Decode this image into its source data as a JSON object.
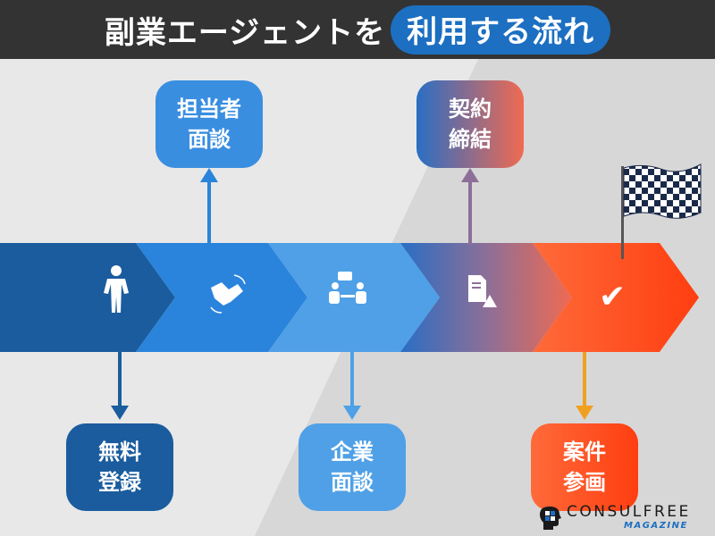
{
  "title": {
    "plain": "副業エージェントを",
    "highlight": "利用する流れ"
  },
  "colors": {
    "dark_blue": "#1a5c9e",
    "mid_blue": "#2a84dc",
    "light_blue": "#4fa0e6",
    "orange_red": "#ff4a18",
    "title_bar": "#333333"
  },
  "steps": [
    {
      "label_line1": "無料",
      "label_line2": "登録",
      "icon": "person-icon"
    },
    {
      "label_line1": "担当者",
      "label_line2": "面談",
      "icon": "handshake-icon"
    },
    {
      "label_line1": "企業",
      "label_line2": "面談",
      "icon": "meeting-icon"
    },
    {
      "label_line1": "契約",
      "label_line2": "締結",
      "icon": "contract-icon"
    },
    {
      "label_line1": "案件",
      "label_line2": "参画",
      "icon": "checkmark-icon"
    }
  ],
  "finish_icon": "checkered-flag-icon",
  "logo": {
    "main": "CONSULFREE",
    "sub": "MAGAZINE"
  }
}
